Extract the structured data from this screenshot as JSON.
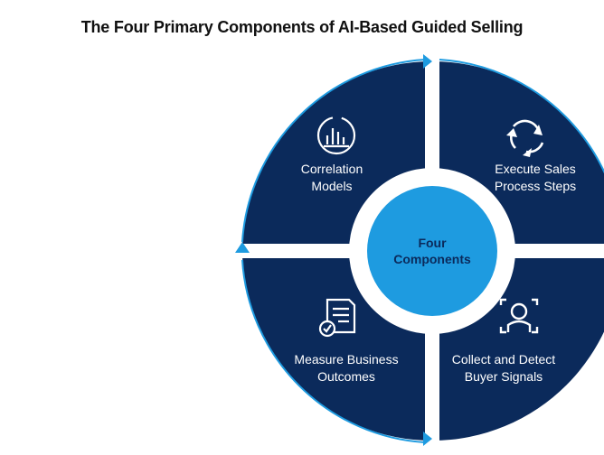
{
  "title": "The Four Primary Components of AI-Based Guided Selling",
  "center": {
    "line1": "Four",
    "line2": "Components"
  },
  "quadrants": [
    {
      "line1": "Correlation",
      "line2": "Models",
      "icon": "bar-chart-circle-icon"
    },
    {
      "line1": "Execute Sales",
      "line2": "Process Steps",
      "icon": "cycle-arrows-icon"
    },
    {
      "line1": "Measure Business",
      "line2": "Outcomes",
      "icon": "document-check-icon"
    },
    {
      "line1": "Collect and Detect",
      "line2": "Buyer Signals",
      "icon": "person-scan-icon"
    }
  ],
  "colors": {
    "quadrant": "#0b2a5b",
    "center": "#1e9be0",
    "ring": "#ffffff",
    "arrow": "#1e9be0",
    "title": "#111111"
  }
}
